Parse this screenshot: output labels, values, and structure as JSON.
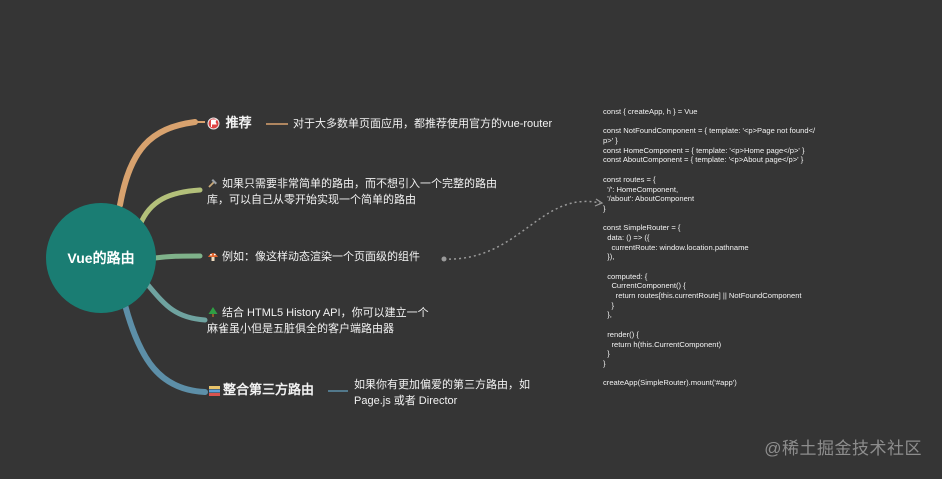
{
  "root": {
    "label": "Vue的路由"
  },
  "branches": [
    {
      "icon": "flag-icon",
      "label": "推荐",
      "detail": "对于大多数单页面应用，都推荐使用官方的vue-router",
      "color": "#d8a26e"
    },
    {
      "icon": "hammer-icon",
      "lines": [
        "如果只需要非常简单的路由，而不想引入一个完整的路由",
        "库，可以自己从零开始实现一个简单的路由"
      ],
      "color": "#b3c07a"
    },
    {
      "icon": "mushroom-icon",
      "label": "例如：像这样动态渲染一个页面级的组件",
      "color": "#7fb28a"
    },
    {
      "icon": "tree-icon",
      "lines": [
        "结合 HTML5 History API，你可以建立一个",
        "麻雀虽小但是五脏俱全的客户端路由器"
      ],
      "color": "#6fa3a0"
    },
    {
      "icon": "books-icon",
      "label": "整合第三方路由",
      "detail_lines": [
        "如果你有更加偏爱的第三方路由，如",
        "Page.js 或者 Director"
      ],
      "color": "#5d8fa8"
    }
  ],
  "code_lines": [
    "const { createApp, h } = Vue",
    "",
    "const NotFoundComponent = { template: '<p>Page not found</",
    "p>' }",
    "const HomeComponent = { template: '<p>Home page</p>' }",
    "const AboutComponent = { template: '<p>About page</p>' }",
    "",
    "const routes = {",
    "  '/': HomeComponent,",
    "  '/about': AboutComponent",
    "}",
    "",
    "const SimpleRouter = {",
    "  data: () => ({",
    "    currentRoute: window.location.pathname",
    "  }),",
    "",
    "  computed: {",
    "    CurrentComponent() {",
    "      return routes[this.currentRoute] || NotFoundComponent",
    "    }",
    "  },",
    "",
    "  render() {",
    "    return h(this.CurrentComponent)",
    "  }",
    "}",
    "",
    "createApp(SimpleRouter).mount('#app')"
  ],
  "watermark": "@稀土掘金技术社区"
}
